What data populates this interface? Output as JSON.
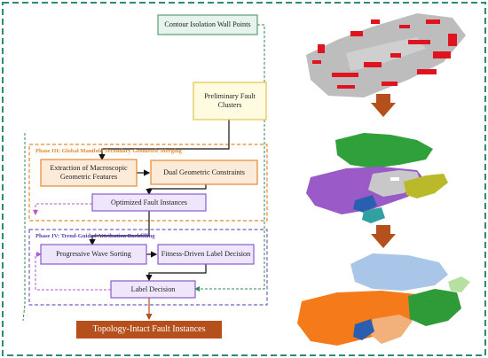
{
  "nodes": {
    "contour": "Contour Isolation Wall Points",
    "preliminary": "Preliminary Fault Clusters",
    "extraction": "Extraction of Macroscopic Geometric Features",
    "dual": "Dual Geometric Constraints",
    "optimized": "Optimized Fault Instances",
    "progressive": "Progressive Wave Sorting",
    "fitness": "Fitness-Driven Label Decision",
    "label_decision": "Label Decision",
    "output": "Topology-Intact Fault Instances"
  },
  "phases": {
    "phase3": "Phase III: Global Manifold Secondary Geometric Merging",
    "phase4": "Phase IV: Trend-Guided Attribution Backfilling"
  },
  "colors": {
    "frame": "#2e8b7a",
    "phase3": "#e8872a",
    "phase4": "#7b5cc4",
    "contour_fill": "#e6f3ec",
    "contour_border": "#5a9e7a",
    "prelim_fill": "#fffbe0",
    "prelim_border": "#e3c54a",
    "orange_fill": "#fdebd9",
    "orange_border": "#e8872a",
    "purple_fill": "#efe6fb",
    "purple_border": "#8a5cd0",
    "output_fill": "#b5501c",
    "arrow": "#b5501c"
  },
  "fault_images": [
    {
      "name": "contour-wall-points",
      "colors": [
        "#bdbdbd",
        "#e0141e"
      ]
    },
    {
      "name": "merged-fault-clusters",
      "colors": [
        "#2fa03a",
        "#9a5ac8",
        "#c8c8c8",
        "#b9b92a",
        "#2a5fb0",
        "#30a0a0"
      ]
    },
    {
      "name": "final-fault-instances",
      "colors": [
        "#a9c6e8",
        "#f47a1a",
        "#2f9a38",
        "#f2b07a",
        "#2a5fb0",
        "#b5e0a0"
      ]
    }
  ]
}
